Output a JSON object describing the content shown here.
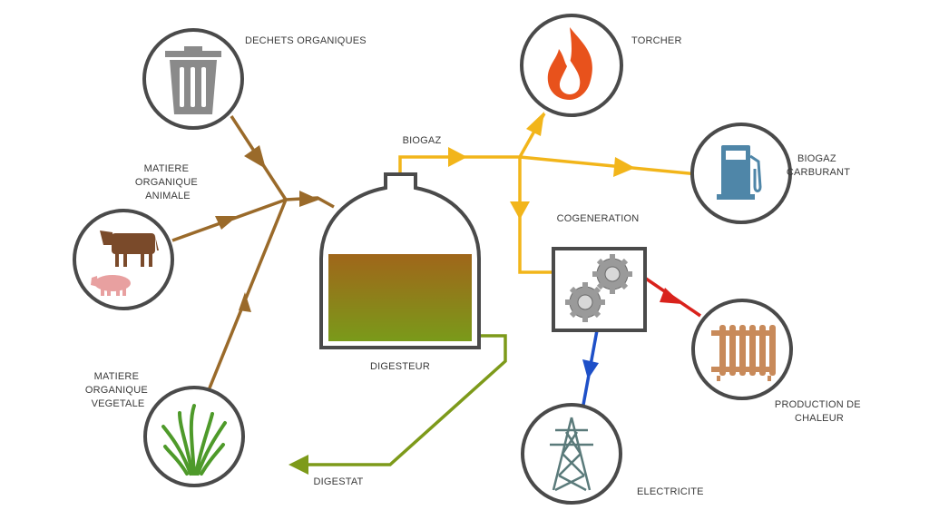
{
  "labels": {
    "dechets": "DECHETS ORGANIQUES",
    "animale": [
      "MATIERE",
      "ORGANIQUE",
      "ANIMALE"
    ],
    "vegetale": [
      "MATIERE",
      "ORGANIQUE",
      "VEGETALE"
    ],
    "digesteur": "DIGESTEUR",
    "digestat": "DIGESTAT",
    "biogaz": "BIOGAZ",
    "torcher": "TORCHER",
    "carburant": [
      "BIOGAZ",
      "CARBURANT"
    ],
    "cogeneration": "COGENERATION",
    "chaleur": [
      "PRODUCTION DE",
      "CHALEUR"
    ],
    "electricite": "ELECTRICITE"
  },
  "colors": {
    "circle_stroke": "#4a4a4a",
    "organic_flow": "#9a6a2a",
    "biogas_flow": "#f2b51a",
    "digestat_flow": "#7d9a1a",
    "heat_flow": "#d9221c",
    "electric_flow": "#1e50c8",
    "flame": "#e8521c",
    "pump": "#4f86a8",
    "radiator": "#c88a5a",
    "bin": "#8a8a8a",
    "cow": "#7a4a2a",
    "pig": "#e8a0a0",
    "grass": "#4e9a2a",
    "gear": "#9a9a9a"
  },
  "icons": [
    "trash-bin-icon",
    "cow-icon",
    "pig-icon",
    "grass-icon",
    "flame-icon",
    "fuel-pump-icon",
    "gears-icon",
    "radiator-icon",
    "pylon-icon"
  ]
}
